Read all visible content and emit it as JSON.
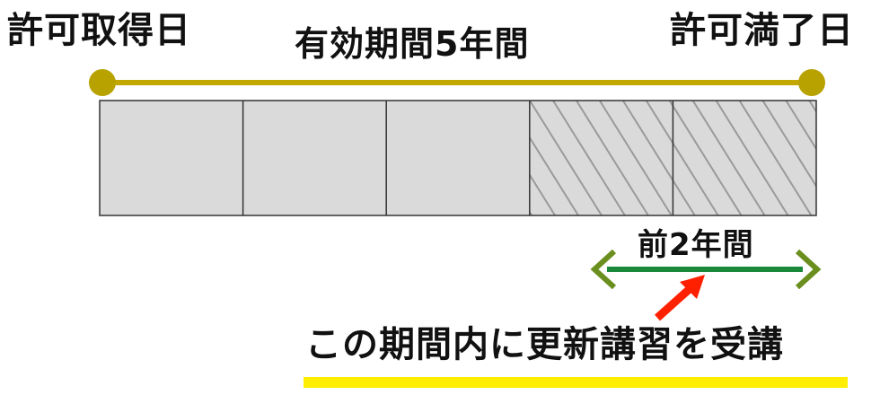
{
  "labels": {
    "start": "許可取得日",
    "end": "許可満了日",
    "period": "有効期間5年間",
    "window": "前2年間",
    "instruction": "この期間内に更新講習を受講"
  },
  "timeline": {
    "total_years": 5,
    "renewal_window_years": 2
  },
  "colors": {
    "timeline_line": "#c2a800",
    "timeline_dot": "#b8a200",
    "cell_fill": "#dadada",
    "cell_border": "#333333",
    "hatch": "#9a9a9a",
    "window_arrow": "#1a8a3a",
    "window_arrowhead": "#6a8f1e",
    "pointer_arrow": "#ff2000",
    "underline": "#ffee00"
  },
  "icons": {
    "pointer": "red-diagonal-arrow-icon",
    "window": "double-headed-arrow-icon"
  }
}
